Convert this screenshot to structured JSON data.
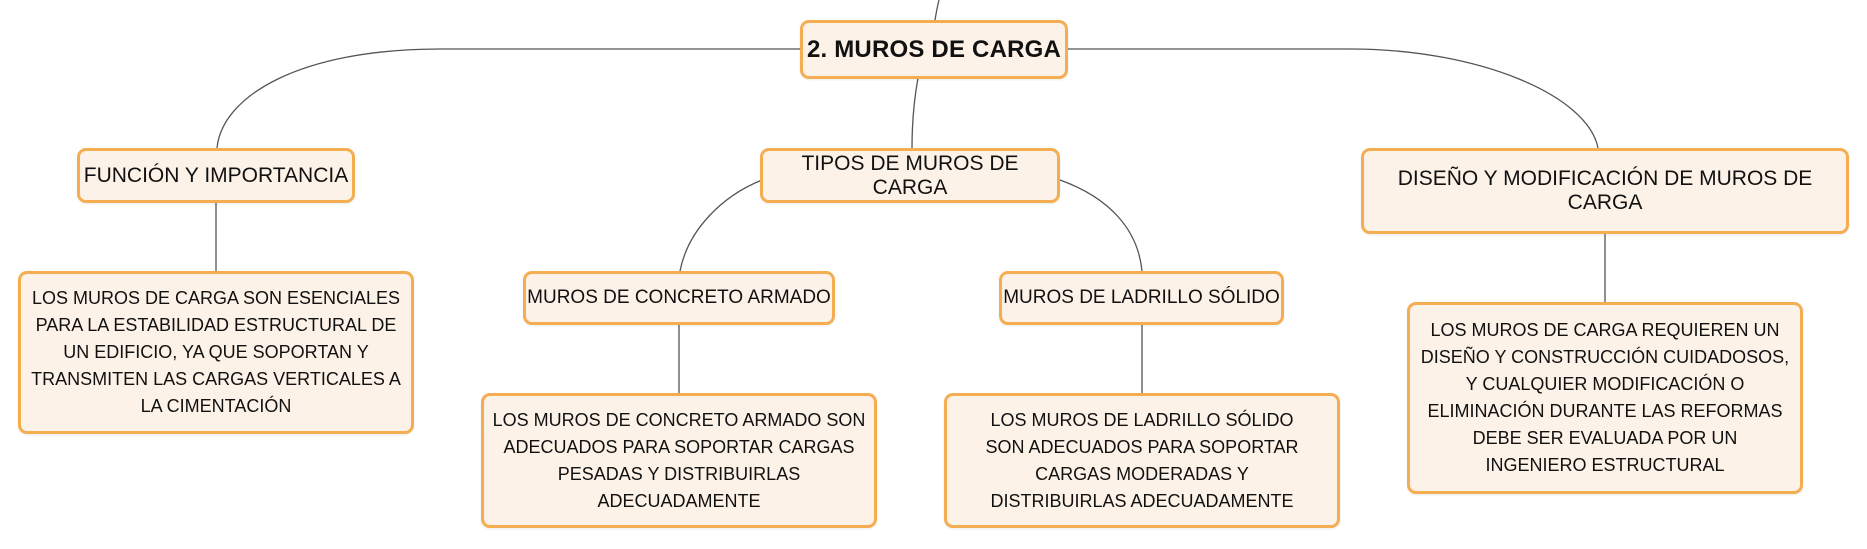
{
  "root": {
    "title": "2. MUROS DE CARGA"
  },
  "nodes": {
    "funcion": "FUNCIÓN Y IMPORTANCIA",
    "tipos": "TIPOS DE MUROS DE CARGA",
    "diseno": "DISEÑO Y MODIFICACIÓN DE MUROS DE CARGA",
    "concreto": "MUROS DE CONCRETO ARMADO",
    "ladrillo": "MUROS DE LADRILLO SÓLIDO"
  },
  "descriptions": {
    "funcion": "LOS MUROS DE CARGA SON ESENCIALES PARA LA ESTABILIDAD ESTRUCTURAL DE UN EDIFICIO, YA QUE SOPORTAN Y TRANSMITEN LAS CARGAS VERTICALES A LA CIMENTACIÓN",
    "concreto": "LOS MUROS DE CONCRETO ARMADO SON ADECUADOS PARA SOPORTAR CARGAS PESADAS Y DISTRIBUIRLAS ADECUADAMENTE",
    "ladrillo": "LOS MUROS DE LADRILLO SÓLIDO SON ADECUADOS PARA SOPORTAR CARGAS MODERADAS Y DISTRIBUIRLAS ADECUADAMENTE",
    "diseno": "LOS MUROS DE CARGA REQUIEREN UN DISEÑO Y CONSTRUCCIÓN CUIDADOSOS, Y CUALQUIER MODIFICACIÓN O ELIMINACIÓN DURANTE LAS REFORMAS DEBE SER EVALUADA POR UN INGENIERO ESTRUCTURAL"
  },
  "colors": {
    "node_fill": "#fdf2e7",
    "node_border": "#f5ad52",
    "connector": "#555555"
  }
}
